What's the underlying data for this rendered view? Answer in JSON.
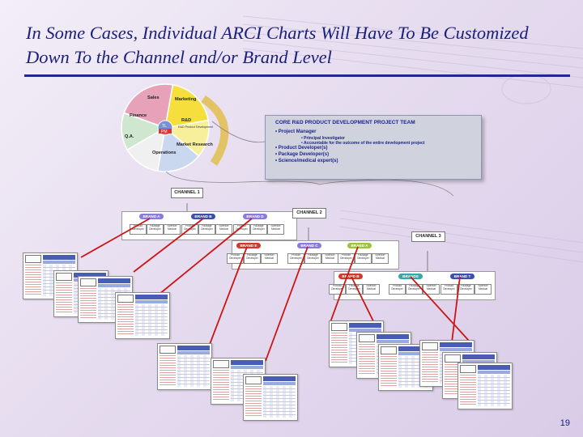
{
  "title": "In Some Cases, Individual ARCI Charts Will Have To Be Customized Down To the Channel and/or Brand Level",
  "page_number": "19",
  "wheel": {
    "segments": [
      {
        "label": "Sales",
        "color": "#e7a2b9"
      },
      {
        "label": "Marketing",
        "color": "#f6df3c"
      },
      {
        "label": "R&D",
        "color": "#f8ef9a"
      },
      {
        "label": "Market Research",
        "color": "#c9d8ef"
      },
      {
        "label": "Operations",
        "color": "#f0f0f0"
      },
      {
        "label": "Q.A.",
        "color": "#cfe7cf"
      },
      {
        "label": "Finance",
        "color": "#d8d0ea"
      }
    ],
    "center_top": "TL",
    "center_bottom": "PM",
    "rd_sublabel": "R&D Product Development"
  },
  "team_box": {
    "heading": "CORE R&D PRODUCT DEVELOPMENT PROJECT TEAM",
    "items": [
      {
        "text": "• Project Manager",
        "sub": false
      },
      {
        "text": "• Principal Investigator",
        "sub": true
      },
      {
        "text": "• Accountable for the outcome of the entire development project",
        "sub": true
      },
      {
        "text": "• Product Developer(s)",
        "sub": false
      },
      {
        "text": "• Package Developer(s)",
        "sub": false
      },
      {
        "text": "• Science/medical expert(s)",
        "sub": false
      }
    ]
  },
  "channels": [
    {
      "label": "CHANNEL 1",
      "brands": [
        "BRAND A",
        "BRAND B",
        "BRAND D"
      ]
    },
    {
      "label": "CHANNEL 2",
      "brands": [
        "BRAND E",
        "BRAND C",
        "BRAND A"
      ]
    },
    {
      "label": "CHANNEL 3",
      "brands": [
        "BRAND B",
        "BRANDS",
        "BRAND T"
      ]
    }
  ],
  "role_boxes": [
    "Product Developer",
    "Package Developer",
    "Science/ Medical"
  ],
  "colors": {
    "title": "#1a1f7a",
    "rule": "#1f2a8c",
    "connector_red": "#cc1515",
    "tree_line": "#666666",
    "brand_pill_purple": "#8a7ae0",
    "brand_pill_blue": "#3c4fae",
    "brand_pill_red": "#d03a2a",
    "brand_pill_green": "#9cc33a",
    "brand_pill_teal": "#3aa6a8"
  }
}
